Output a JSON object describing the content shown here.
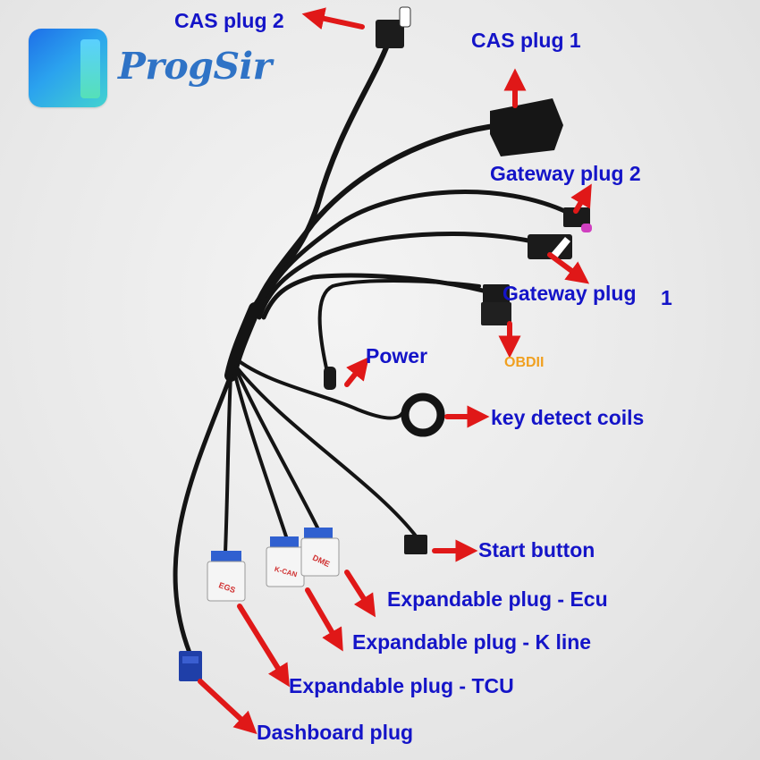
{
  "logo": {
    "text": "ProgSir",
    "icon": "progsir-logo-icon"
  },
  "labels": {
    "cas_plug_2": "CAS plug 2",
    "cas_plug_1": "CAS plug 1",
    "gateway_plug_2": "Gateway plug 2",
    "gateway_plug_1_text": "Gateway plug",
    "gateway_plug_1_num": "1",
    "obdii": "OBDII",
    "power": "Power",
    "key_detect_coils": "key detect coils",
    "start_button": "Start button",
    "expandable_ecu": "Expandable plug - Ecu",
    "expandable_kline": "Expandable plug - K line",
    "expandable_tcu": "Expandable plug - TCU",
    "dashboard_plug": "Dashboard plug"
  },
  "connector_marks": {
    "egs": "EGS",
    "kcan": "K-CAN",
    "dme": "DME"
  },
  "colors": {
    "label": "#1414c8",
    "obdii": "#f0a020",
    "arrow": "#e01818",
    "cable": "#141414",
    "dashboard_connector": "#1f3fa8",
    "expandable_connector": "#f5f5f5",
    "gateway_clip": "#d040c0"
  }
}
